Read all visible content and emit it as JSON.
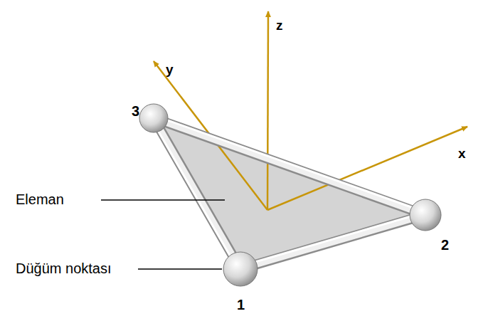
{
  "diagram": {
    "labels": [
      "z",
      "y",
      "x",
      "3",
      "2",
      "1",
      "Eleman",
      "Düğüm noktası"
    ]
  }
}
